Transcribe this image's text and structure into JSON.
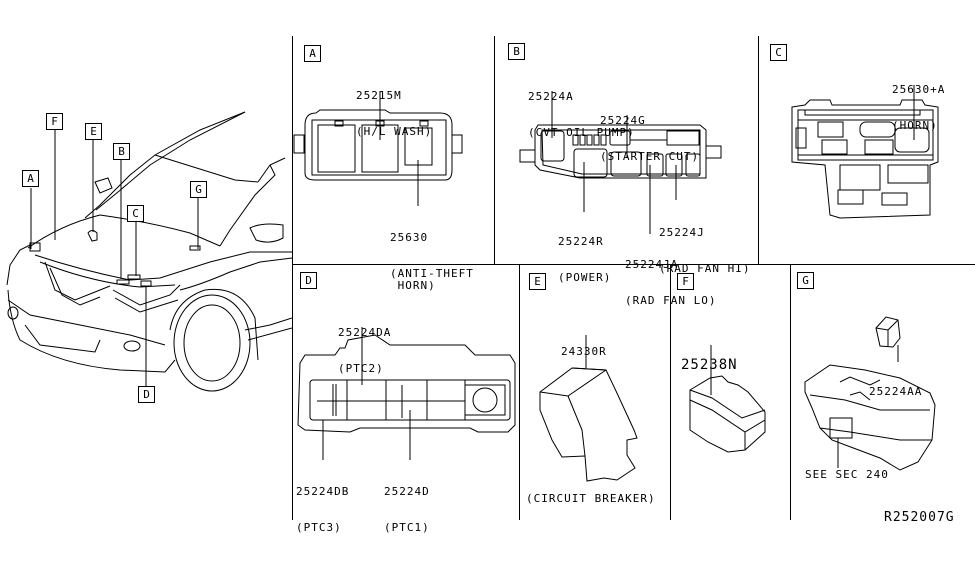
{
  "diagram": {
    "code": "R252007G",
    "overview": {
      "callouts": [
        "A",
        "B",
        "C",
        "D",
        "E",
        "F",
        "G"
      ]
    },
    "panels": [
      {
        "id": "A",
        "parts": [
          {
            "number": "25215M",
            "description": "(H/L WASH)"
          },
          {
            "number": "25630",
            "description": "(ANTI-THEFT\n HORN)"
          }
        ]
      },
      {
        "id": "B",
        "parts": [
          {
            "number": "25224A",
            "description": "(CVT OIL PUMP)"
          },
          {
            "number": "25224G",
            "description": "(STARTER CUT)"
          },
          {
            "number": "25224R",
            "description": "(POWER)"
          },
          {
            "number": "25224J",
            "description": "(RAD FAN HI)"
          },
          {
            "number": "25224JA",
            "description": "(RAD FAN LO)"
          }
        ]
      },
      {
        "id": "C",
        "parts": [
          {
            "number": "25630+A",
            "description": "(HORN)"
          }
        ]
      },
      {
        "id": "D",
        "parts": [
          {
            "number": "25224DA",
            "description": "(PTC2)"
          },
          {
            "number": "25224DB",
            "description": "(PTC3)"
          },
          {
            "number": "25224D",
            "description": "(PTC1)"
          }
        ]
      },
      {
        "id": "E",
        "parts": [
          {
            "number": "24330R",
            "description": "(CIRCUIT BREAKER)"
          }
        ]
      },
      {
        "id": "F",
        "parts": [
          {
            "number": "25238N",
            "description": ""
          }
        ]
      },
      {
        "id": "G",
        "parts": [
          {
            "number": "25224AA",
            "description": ""
          },
          {
            "number": "SEE SEC 240",
            "description": ""
          }
        ]
      }
    ]
  }
}
